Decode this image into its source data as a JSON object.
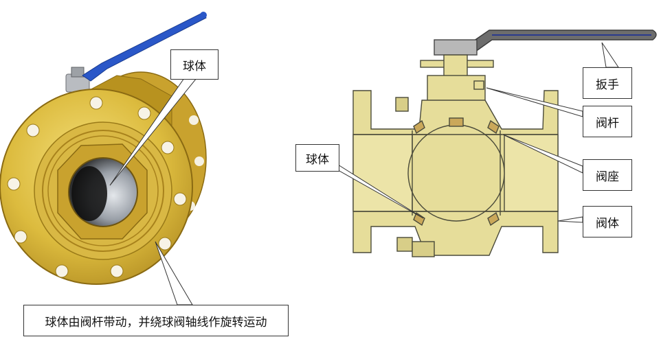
{
  "colors": {
    "brass_light": "#e9cf55",
    "brass_mid": "#c9a22e",
    "brass_dark": "#8a6a12",
    "section_fill": "#e6dd9a",
    "section_stroke": "#4a4a3a",
    "handle_blue": "#2a57c8",
    "handle_gray": "#6d6d6d",
    "ball_steel": "#cfd3d8"
  },
  "photo": {
    "icon": "ball-valve-photo",
    "label_ball": "球体",
    "caption": "球体由阀杆带动，并绕球阀轴线作旋转运动"
  },
  "section": {
    "icon": "ball-valve-cross-section",
    "label_handle": "扳手",
    "label_stem": "阀杆",
    "label_seat": "阀座",
    "label_body": "阀体",
    "label_ball": "球体"
  }
}
